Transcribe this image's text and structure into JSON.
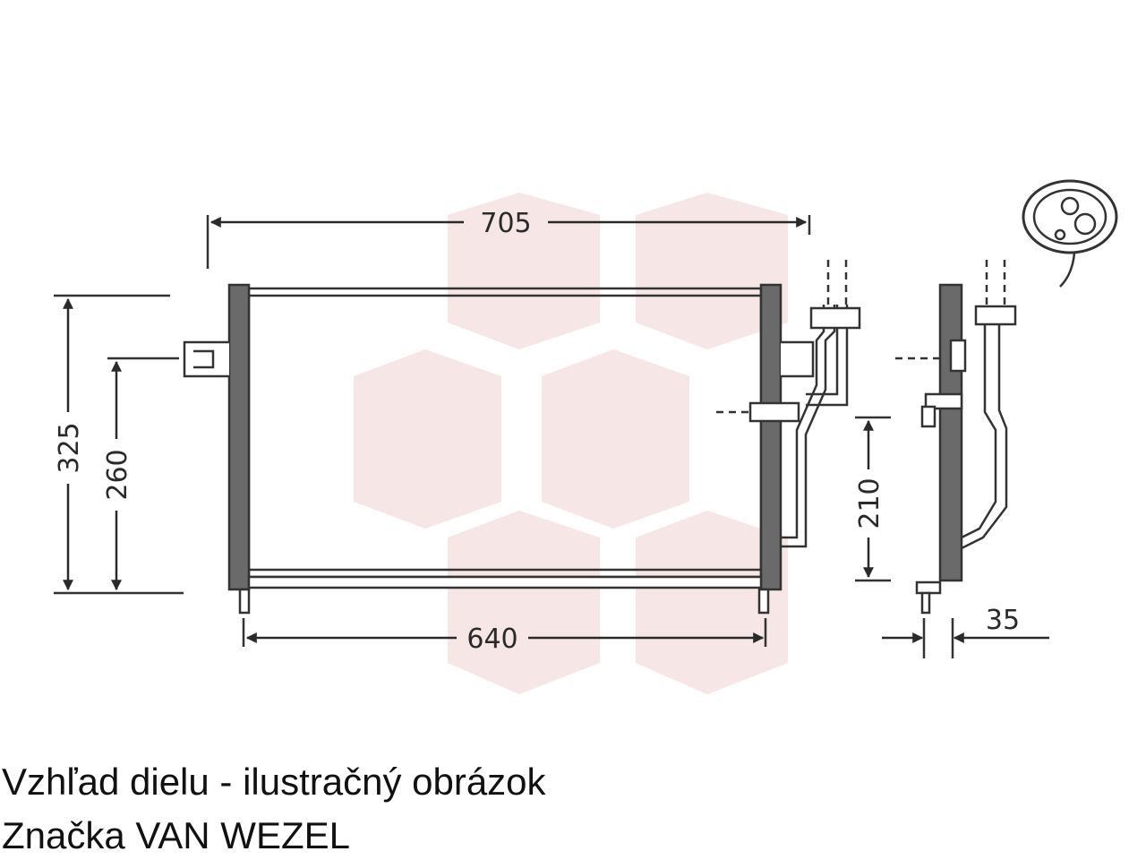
{
  "dimensions": {
    "overall_width": "705",
    "core_width": "640",
    "overall_height": "325",
    "core_height": "260",
    "connection_height": "210",
    "depth": "35"
  },
  "caption": {
    "line1": "Vzhľad dielu - ilustračný obrázok",
    "line2": "Značka VAN WEZEL"
  },
  "colors": {
    "line": "#333333",
    "tank": "#555555",
    "watermark": "#f5e4e4"
  },
  "icons": {
    "watermark": "hexagon-watermark",
    "connector_detail": "connector-flange-detail"
  }
}
